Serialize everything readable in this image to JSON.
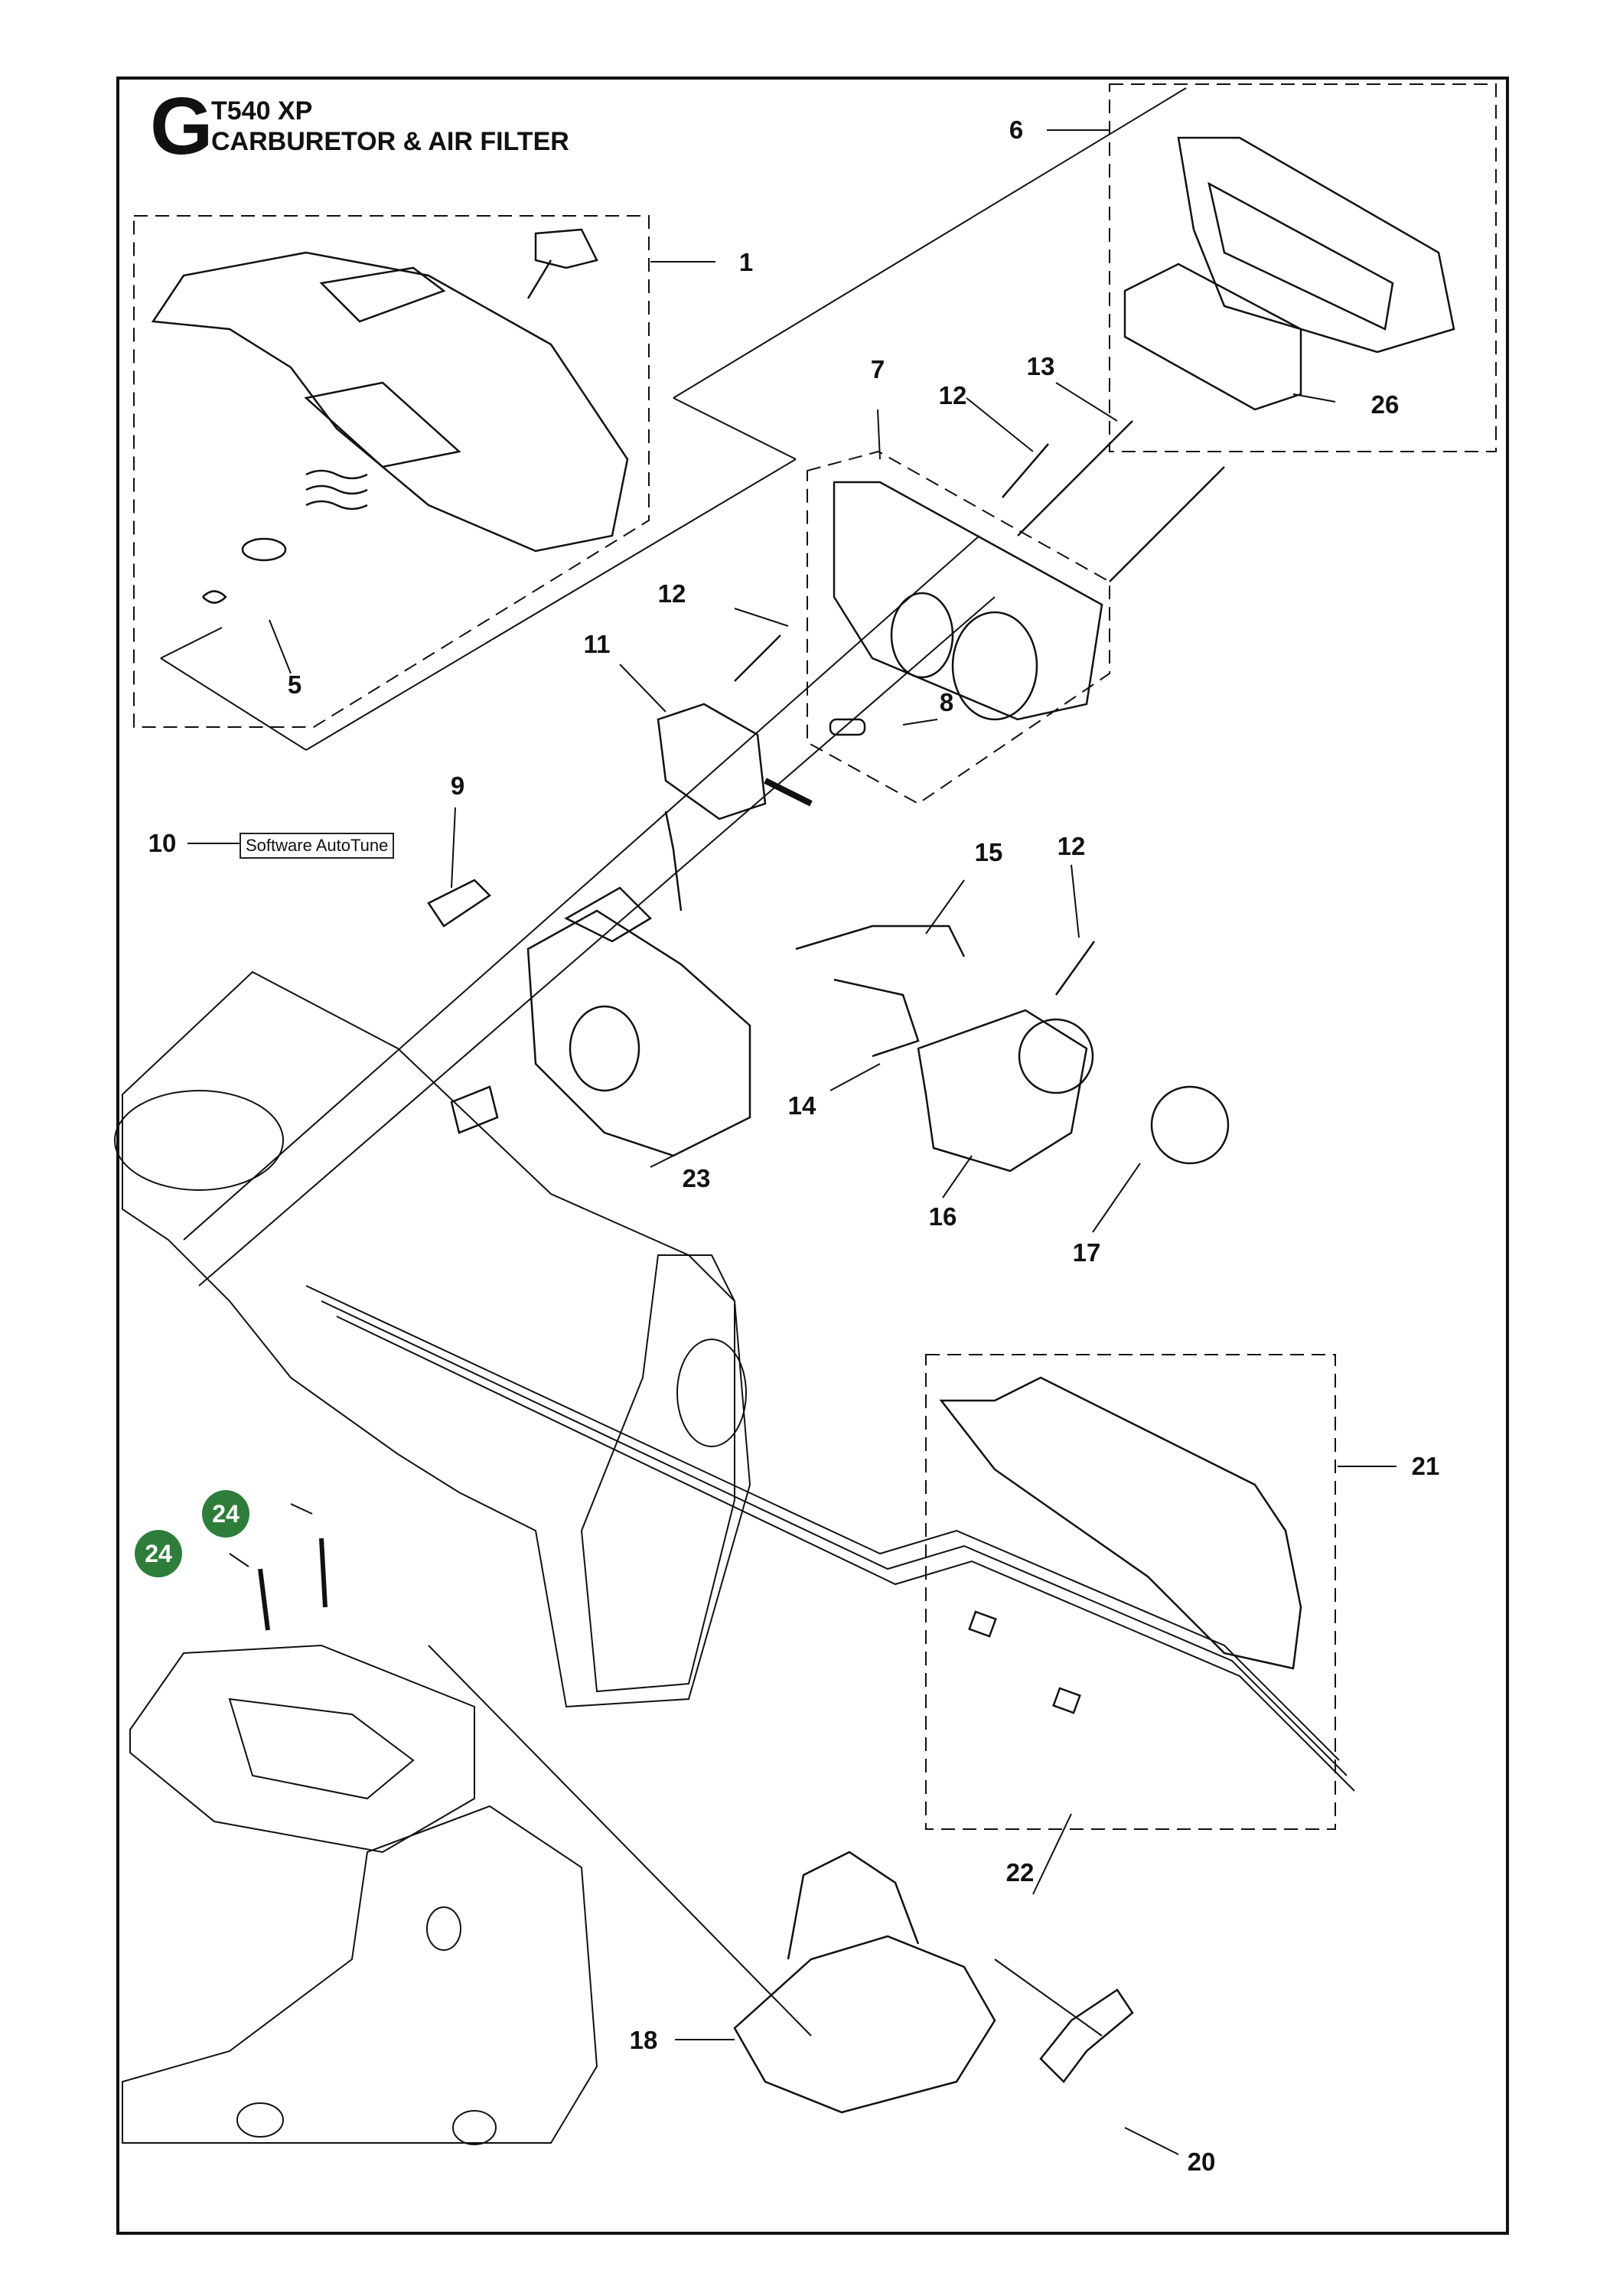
{
  "header": {
    "section_letter": "G",
    "model": "T540 XP",
    "title": "CARBURETOR & AIR FILTER"
  },
  "note_box": {
    "text": "Software AutoTune"
  },
  "callouts": [
    {
      "id": "c1",
      "label": "1"
    },
    {
      "id": "c5",
      "label": "5"
    },
    {
      "id": "c6",
      "label": "6"
    },
    {
      "id": "c7",
      "label": "7"
    },
    {
      "id": "c8",
      "label": "8"
    },
    {
      "id": "c9",
      "label": "9"
    },
    {
      "id": "c10",
      "label": "10"
    },
    {
      "id": "c11",
      "label": "11"
    },
    {
      "id": "c12a",
      "label": "12"
    },
    {
      "id": "c12b",
      "label": "12"
    },
    {
      "id": "c12c",
      "label": "12"
    },
    {
      "id": "c13",
      "label": "13"
    },
    {
      "id": "c14",
      "label": "14"
    },
    {
      "id": "c15",
      "label": "15"
    },
    {
      "id": "c16",
      "label": "16"
    },
    {
      "id": "c17",
      "label": "17"
    },
    {
      "id": "c18",
      "label": "18"
    },
    {
      "id": "c20",
      "label": "20"
    },
    {
      "id": "c21",
      "label": "21"
    },
    {
      "id": "c22",
      "label": "22"
    },
    {
      "id": "c23",
      "label": "23"
    },
    {
      "id": "c26",
      "label": "26"
    }
  ],
  "badges": [
    {
      "id": "b24a",
      "label": "24",
      "color": "#2e7d3a"
    },
    {
      "id": "b24b",
      "label": "24",
      "color": "#2e7d3a"
    }
  ],
  "colors": {
    "line": "#111111",
    "badge": "#2e7d3a"
  }
}
